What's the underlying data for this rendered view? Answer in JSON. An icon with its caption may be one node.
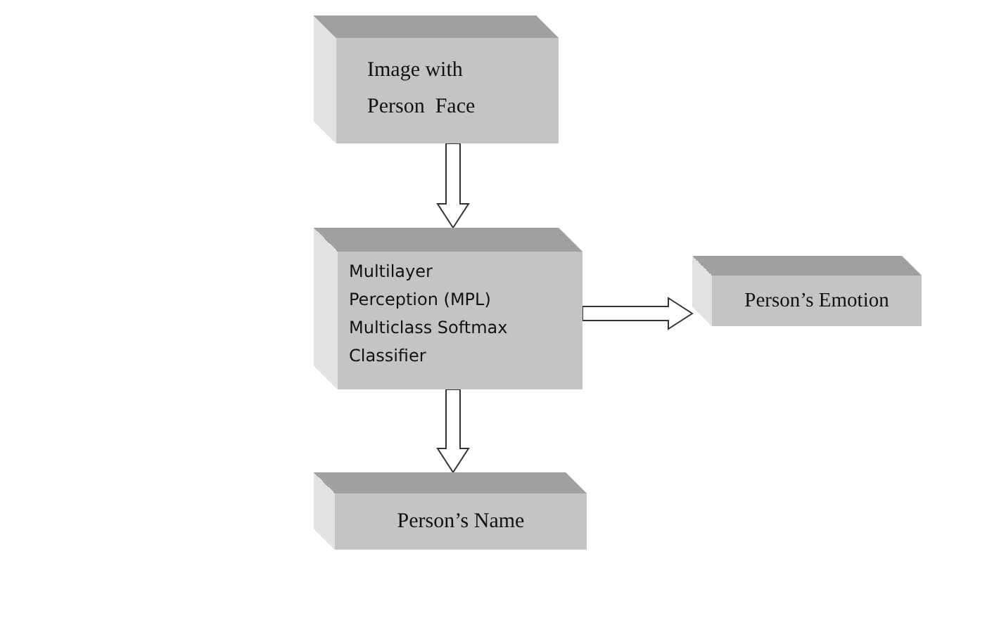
{
  "diagram": {
    "nodes": [
      {
        "text": [
          "Image with Person  Face"
        ]
      },
      {
        "text": [
          "Multilayer Perception (MPL) Multiclass Softmax Classifier"
        ]
      },
      {
        "text": [
          "Person’s Emotion"
        ]
      },
      {
        "text": [
          "Person’s Name"
        ]
      }
    ],
    "edges": [
      {
        "from": 0,
        "to": 1,
        "arrow": "to"
      },
      {
        "from": 1,
        "to": 2,
        "arrow": "to"
      },
      {
        "from": 1,
        "to": 3,
        "arrow": "to"
      }
    ]
  }
}
